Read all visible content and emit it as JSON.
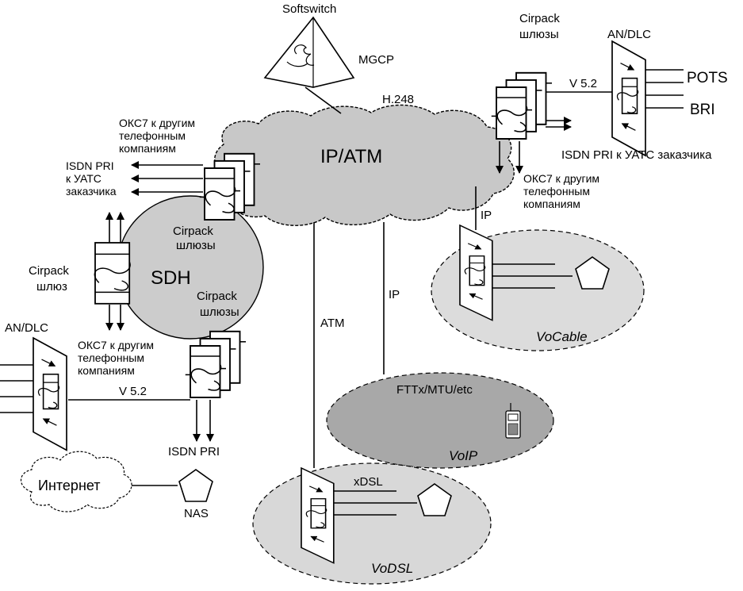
{
  "labels": {
    "softswitch": "Softswitch",
    "mgcp": "MGCP",
    "h248": "H.248",
    "ip_atm": "IP/ATM",
    "cirpack_top_1": "Cirpack",
    "cirpack_top_2": "шлюзы",
    "an_dlc_top": "AN/DLC",
    "v52_top": "V 5.2",
    "pots": "POTS",
    "bri": "BRI",
    "isdn_pri_client_right": "ISDN PRI к УАТС заказчика",
    "oks7_right_1": "ОКС7 к другим",
    "oks7_right_2": "телефонным",
    "oks7_right_3": "компаниям",
    "ip_right": "IP",
    "vocable": "VoCable",
    "oks7_left_1": "ОКС7 к другим",
    "oks7_left_2": "телефонным",
    "oks7_left_3": "компаниям",
    "isdn_pri_left_1": "ISDN PRI",
    "isdn_pri_left_2": "к УАТС",
    "isdn_pri_left_3": "заказчика",
    "cirpack_mid_1": "Cirpack",
    "cirpack_mid_2": "шлюзы",
    "sdh": "SDH",
    "cirpack_single_1": "Cirpack",
    "cirpack_single_2": "шлюз",
    "cirpack_low_1": "Cirpack",
    "cirpack_low_2": "шлюзы",
    "an_dlc_left": "AN/DLC",
    "oks7_low_1": "ОКС7 к другим",
    "oks7_low_2": "телефонным",
    "oks7_low_3": "компаниям",
    "v52_left": "V 5.2",
    "isdn_pri_bottom": "ISDN PRI",
    "atm": "ATM",
    "ip_mid": "IP",
    "fttx": "FTTx/MTU/etc",
    "voip": "VoIP",
    "internet": "Интернет",
    "nas": "NAS",
    "xdsl": "xDSL",
    "vodsl": "VoDSL"
  },
  "colors": {
    "cloud_fill": "#c8c8c8",
    "vocable_fill": "#dcdcdc",
    "voip_fill": "#a8a8a8",
    "vodsl_fill": "#d8d8d8",
    "sdh_fill": "#cccccc",
    "line": "#000000"
  },
  "icons": {
    "softswitch": "pyramid-softswitch-icon",
    "gateway": "cirpack-gateway-icon",
    "access_node": "access-node-icon",
    "terminal": "pentagon-terminal-icon",
    "phone": "mobile-phone-icon"
  }
}
